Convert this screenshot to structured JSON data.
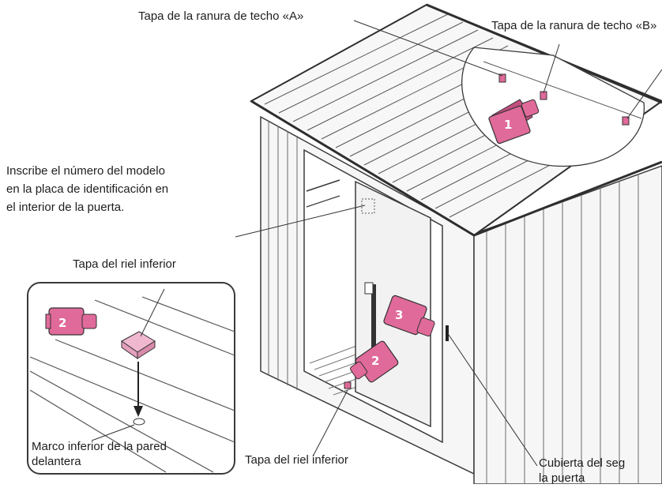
{
  "labels": {
    "roof_slot_cover_a": "Tapa de la ranura de techo «A»",
    "roof_slot_cover_b": "Tapa de la ranura de techo «B»",
    "model_number_note": "Inscribe el número del modelo\nen la placa de identificación en\nel interior de la puerta.",
    "inset_bottom_rail_cap": "Tapa del riel inferior",
    "front_wall_bottom_frame": "Marco inferior de la pared\ndelantera",
    "bottom_rail_cap": "Tapa del riel inferior",
    "door_cover": "Cubierta del seg\nla puerta"
  },
  "callouts": {
    "roof_part": "1",
    "floor_part": "2",
    "door_part": "3",
    "inset_part": "2"
  },
  "colors": {
    "part_fill": "#e06a9a",
    "part_dark": "#c44d80",
    "line": "#3a3a3a",
    "panel_fill": "#f4f4f4"
  }
}
